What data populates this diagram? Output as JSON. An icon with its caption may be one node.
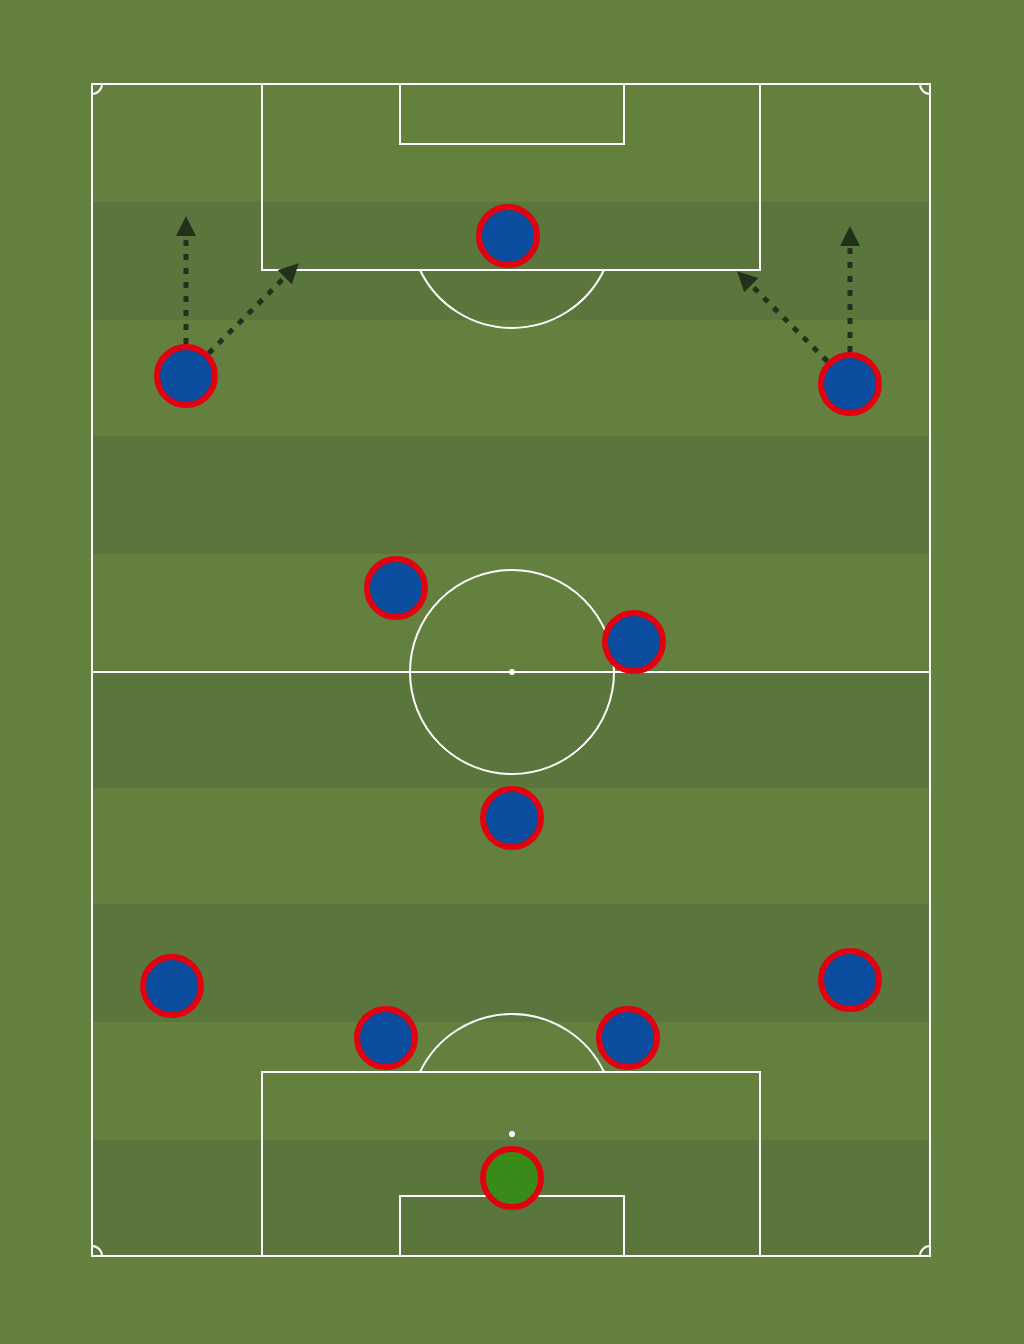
{
  "diagram": {
    "nodes": [
      {
        "text": [],
        "shape": "circle"
      },
      {
        "text": [],
        "shape": "circle"
      },
      {
        "text": [],
        "shape": "circle"
      },
      {
        "text": [],
        "shape": "circle"
      },
      {
        "text": [],
        "shape": "circle"
      },
      {
        "text": [],
        "shape": "circle"
      },
      {
        "text": [],
        "shape": "circle"
      },
      {
        "text": [],
        "shape": "circle"
      },
      {
        "text": [],
        "shape": "circle"
      },
      {
        "text": [],
        "shape": "circle"
      },
      {
        "text": [],
        "shape": "circle"
      }
    ],
    "edges": [
      {
        "from": 1,
        "to": null,
        "arrow": "to",
        "style": "dashed"
      },
      {
        "from": 1,
        "to": null,
        "arrow": "to",
        "style": "dashed"
      },
      {
        "from": 2,
        "to": null,
        "arrow": "to",
        "style": "dashed"
      },
      {
        "from": 2,
        "to": null,
        "arrow": "to",
        "style": "dashed"
      }
    ]
  }
}
